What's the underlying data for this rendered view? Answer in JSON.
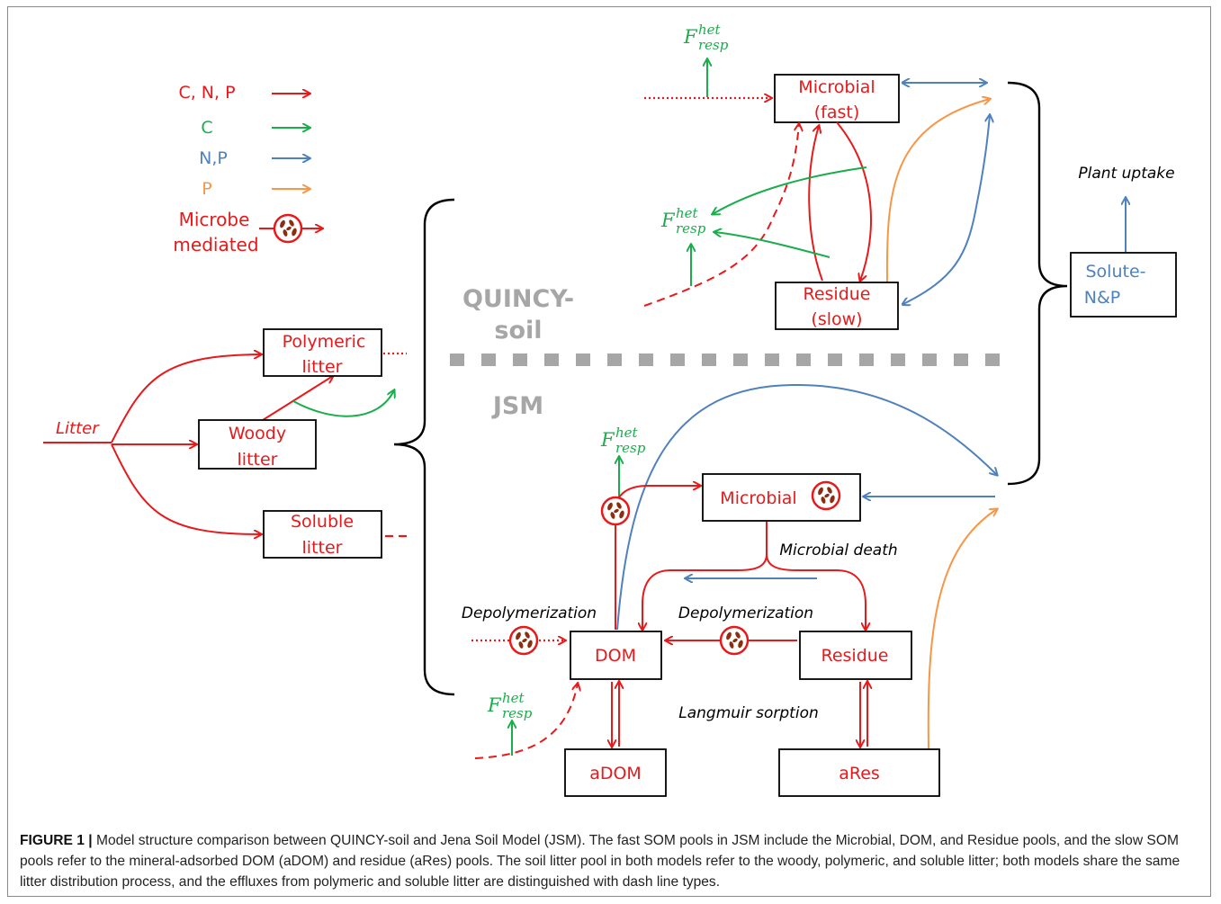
{
  "colors": {
    "cnp": "#e8191b",
    "c": "#1aad4b",
    "np": "#4f81bd",
    "p": "#f79646",
    "gray": "#a6a6a6",
    "black": "#000000",
    "microbe_dot": "#8b2e0f"
  },
  "legend": {
    "cnp": "C, N, P",
    "c": "C",
    "np": "N,P",
    "p": "P",
    "microbe_line1": "Microbe",
    "microbe_line2": "mediated"
  },
  "sections": {
    "quincy_line1": "QUINCY-",
    "quincy_line2": "soil",
    "jsm": "JSM"
  },
  "litter": {
    "input": "Litter",
    "polymeric_line1": "Polymeric",
    "polymeric_line2": "litter",
    "woody_line1": "Woody",
    "woody_line2": "litter",
    "soluble_line1": "Soluble",
    "soluble_line2": "litter"
  },
  "quincy": {
    "microbial_line1": "Microbial",
    "microbial_line2": "(fast)",
    "residue_line1": "Residue",
    "residue_line2": "(slow)"
  },
  "solute": {
    "line1": "Solute-",
    "line2": "N&P",
    "plant_uptake": "Plant uptake"
  },
  "jsm": {
    "microbial": "Microbial",
    "dom": "DOM",
    "residue": "Residue",
    "adom": "aDOM",
    "ares": "aRes",
    "microbial_death": "Microbial death",
    "depolymerization": "Depolymerization",
    "langmuir": "Langmuir sorption"
  },
  "flux": {
    "base": "F",
    "sup": "het",
    "sub": "resp"
  },
  "caption": {
    "label": "FIGURE 1 |",
    "text": " Model structure comparison between QUINCY-soil and Jena Soil Model (JSM). The fast SOM pools in JSM include the Microbial, DOM, and Residue pools, and the slow SOM pools refer to the mineral-adsorbed DOM (aDOM) and residue (aRes) pools. The soil litter pool in both models refer to the woody, polymeric, and soluble litter; both models share the same litter distribution process, and the effluxes from polymeric and soluble litter are distinguished with dash line types."
  }
}
